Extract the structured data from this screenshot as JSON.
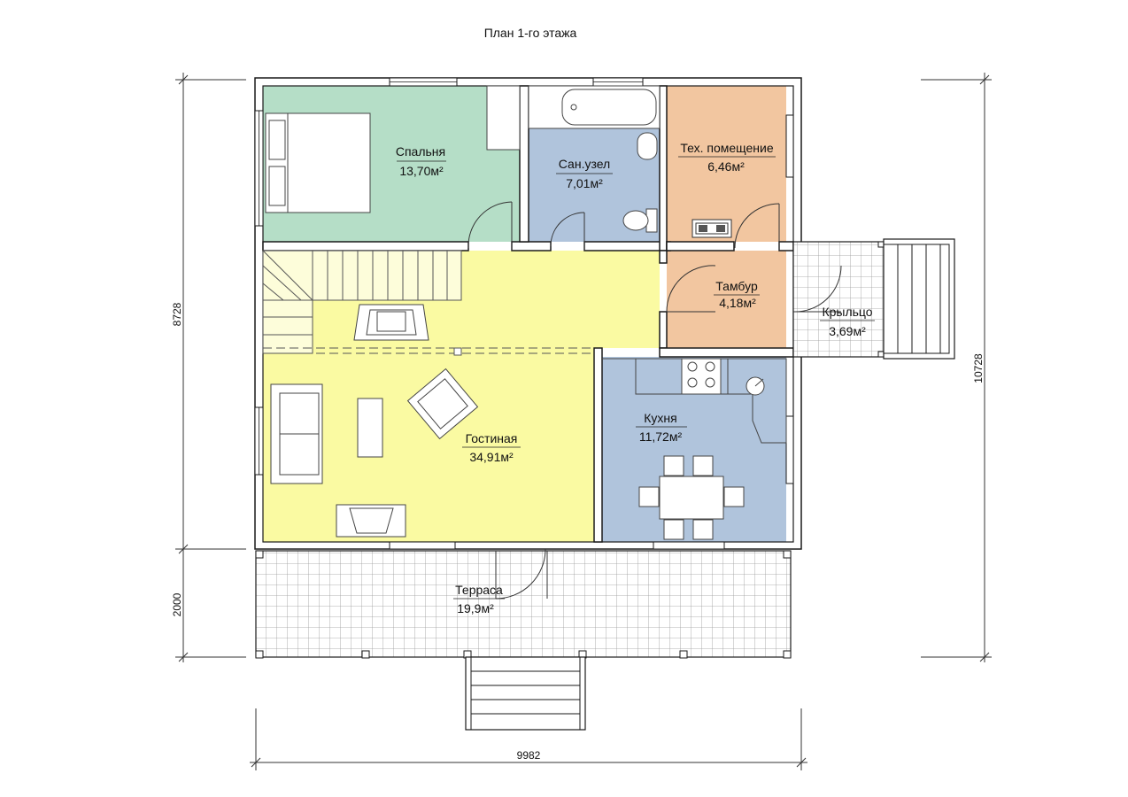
{
  "title": "План 1-го этажа",
  "rooms": {
    "bedroom": {
      "name": "Спальня",
      "area": "13,70м²"
    },
    "bathroom": {
      "name": "Сан.узел",
      "area": "7,01м²"
    },
    "tech": {
      "name": "Тех. помещение",
      "area": "6,46м²"
    },
    "vestibule": {
      "name": "Тамбур",
      "area": "4,18м²"
    },
    "porch": {
      "name": "Крыльцо",
      "area": "3,69м²"
    },
    "kitchen": {
      "name": "Кухня",
      "area": "11,72м²"
    },
    "living": {
      "name": "Гостиная",
      "area": "34,91м²"
    },
    "terrace": {
      "name": "Терраса",
      "area": "19,9м²"
    }
  },
  "dimensions": {
    "left_upper": "8728",
    "left_lower": "2000",
    "right": "10728",
    "bottom": "9982"
  },
  "colors": {
    "bedroom": "#b5dec7",
    "bathroom": "#b0c4dc",
    "tech": "#f2c6a0",
    "living": "#fafaa2",
    "kitchen": "#b0c4dc"
  }
}
